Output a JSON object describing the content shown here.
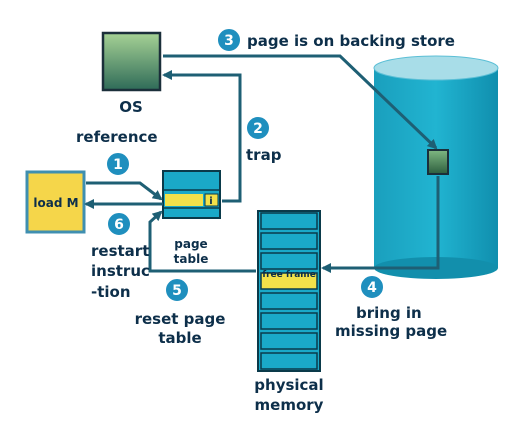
{
  "nodes": {
    "os": "OS",
    "load_instruction": "load M",
    "page_table": [
      "page",
      "table"
    ],
    "invalid_bit": "i",
    "free_frame": "free frame",
    "physical_memory": [
      "physical",
      "memory"
    ]
  },
  "steps": [
    {
      "number": "1",
      "label": [
        "reference"
      ]
    },
    {
      "number": "2",
      "label": [
        "trap"
      ]
    },
    {
      "number": "3",
      "label": [
        "page is on backing store"
      ]
    },
    {
      "number": "4",
      "label": [
        "bring in",
        "missing page"
      ]
    },
    {
      "number": "5",
      "label": [
        "reset page",
        "table"
      ]
    },
    {
      "number": "6",
      "label": [
        "restart",
        "instruc",
        "-tion"
      ]
    }
  ],
  "colors": {
    "step_circle": "#1f8fbe",
    "arrow": "#1e5f74",
    "label_text": "#0d2f4a",
    "os_box_top": "#9ec98f",
    "os_box_bottom": "#3f7a62",
    "load_box_fill": "#f5d64a",
    "load_box_border": "#3f8fb0",
    "table_fill": "#1aa9c8",
    "table_border": "#0a3a4a",
    "highlight": "#f2e14a",
    "disk_body": "#15a9c6",
    "disk_top": "#a8dde8",
    "page_on_disk": "#3e7a52"
  }
}
